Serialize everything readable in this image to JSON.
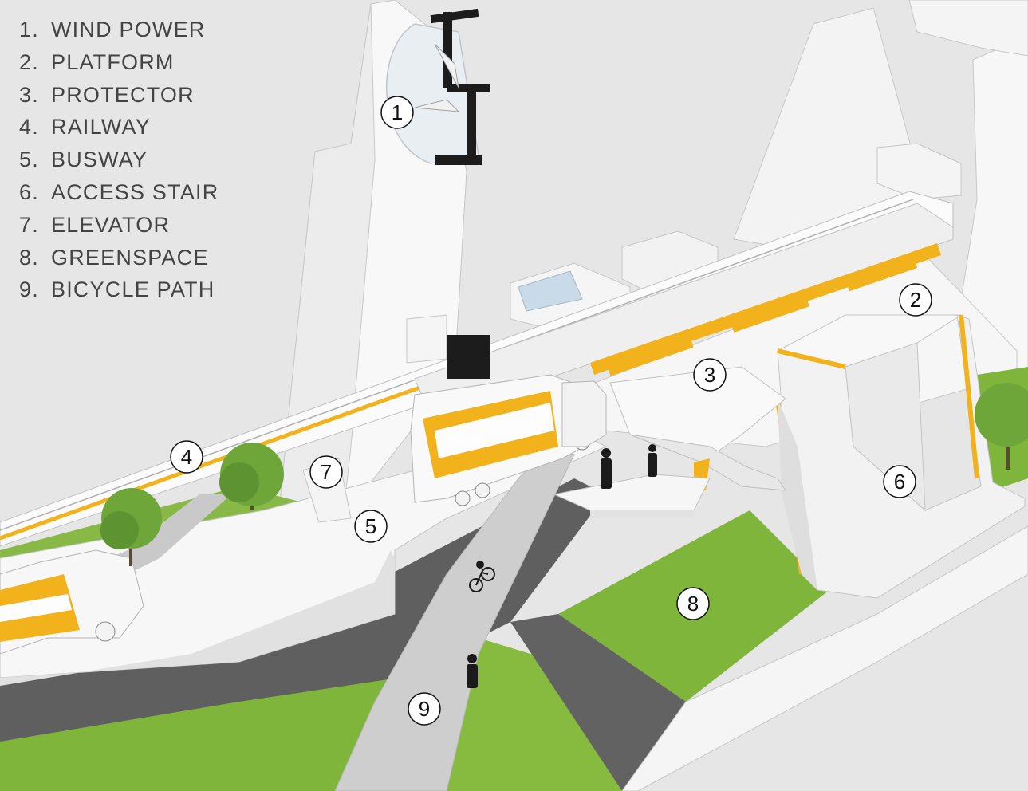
{
  "legend": [
    {
      "number": "1.",
      "label": "WIND POWER"
    },
    {
      "number": "2.",
      "label": "PLATFORM"
    },
    {
      "number": "3.",
      "label": "PROTECTOR"
    },
    {
      "number": "4.",
      "label": "RAILWAY"
    },
    {
      "number": "5.",
      "label": "BUSWAY"
    },
    {
      "number": "6.",
      "label": "ACCESS STAIR"
    },
    {
      "number": "7.",
      "label": "ELEVATOR"
    },
    {
      "number": "8.",
      "label": "GREENSPACE"
    },
    {
      "number": "9.",
      "label": "BICYCLE PATH"
    }
  ],
  "callouts": {
    "wind_power": "1",
    "platform": "2",
    "protector": "3",
    "railway": "4",
    "busway": "5",
    "access_stair": "6",
    "elevator": "7",
    "greenspace": "8",
    "bicycle_path": "9"
  },
  "colors": {
    "background": "#e6e6e6",
    "structure": "#ffffff",
    "accent_yellow": "#f2b21c",
    "grass": "#7fb53a",
    "road": "#6b6b6b",
    "path": "#cfcfcf"
  }
}
